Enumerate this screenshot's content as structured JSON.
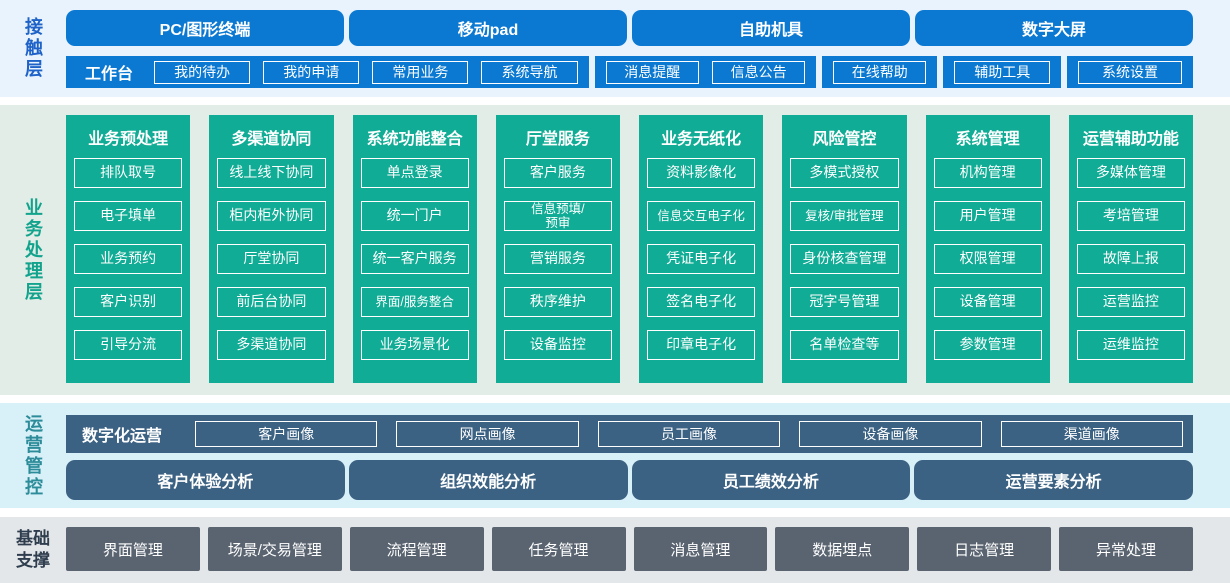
{
  "layers": {
    "touch": {
      "label": "接触层",
      "devices": [
        "PC/图形终端",
        "移动pad",
        "自助机具",
        "数字大屏"
      ],
      "workbench": {
        "label": "工作台",
        "segments": [
          [
            "我的待办",
            "我的申请",
            "常用业务",
            "系统导航"
          ],
          [
            "消息提醒",
            "信息公告"
          ],
          [
            "在线帮助"
          ],
          [
            "辅助工具"
          ],
          [
            "系统设置"
          ]
        ]
      }
    },
    "business": {
      "label": "业务处理层",
      "columns": [
        {
          "title": "业务预处理",
          "items": [
            "排队取号",
            "电子填单",
            "业务预约",
            "客户识别",
            "引导分流"
          ]
        },
        {
          "title": "多渠道协同",
          "items": [
            "线上线下协同",
            "柜内柜外协同",
            "厅堂协同",
            "前后台协同",
            "多渠道协同"
          ]
        },
        {
          "title": "系统功能整合",
          "items": [
            "单点登录",
            "统一门户",
            "统一客户服务",
            "界面/服务整合",
            "业务场景化"
          ]
        },
        {
          "title": "厅堂服务",
          "items": [
            "客户服务",
            "信息预填/\n预审",
            "营销服务",
            "秩序维护",
            "设备监控"
          ]
        },
        {
          "title": "业务无纸化",
          "items": [
            "资料影像化",
            "信息交互电子化",
            "凭证电子化",
            "签名电子化",
            "印章电子化"
          ]
        },
        {
          "title": "风险管控",
          "items": [
            "多模式授权",
            "复核/审批管理",
            "身份核查管理",
            "冠字号管理",
            "名单检查等"
          ]
        },
        {
          "title": "系统管理",
          "items": [
            "机构管理",
            "用户管理",
            "权限管理",
            "设备管理",
            "参数管理"
          ]
        },
        {
          "title": "运营辅助功能",
          "items": [
            "多媒体管理",
            "考培管理",
            "故障上报",
            "运营监控",
            "运维监控"
          ]
        }
      ]
    },
    "operations": {
      "label": "运营管控",
      "digital": {
        "label": "数字化运营",
        "items": [
          "客户画像",
          "网点画像",
          "员工画像",
          "设备画像",
          "渠道画像"
        ]
      },
      "analysis": [
        "客户体验分析",
        "组织效能分析",
        "员工绩效分析",
        "运营要素分析"
      ]
    },
    "foundation": {
      "label": "基础支撑",
      "items": [
        "界面管理",
        "场景/交易管理",
        "流程管理",
        "任务管理",
        "消息管理",
        "数据埋点",
        "日志管理",
        "异常处理"
      ]
    }
  },
  "colors": {
    "primary_blue": "#0b79d2",
    "teal_green": "#10ac95",
    "steel_blue": "#3b6183",
    "slate_gray": "#5a6470",
    "touch_band_bg": "#e9f3fd",
    "business_band_bg": "#e2ede7",
    "operations_band_bg": "#d8f0f8",
    "foundation_band_bg": "#e4e7ea",
    "touch_label_color": "#1f63c8",
    "business_label_color": "#12a38d",
    "operations_label_color": "#2d8c99",
    "foundation_label_color": "#2f3e4e"
  }
}
